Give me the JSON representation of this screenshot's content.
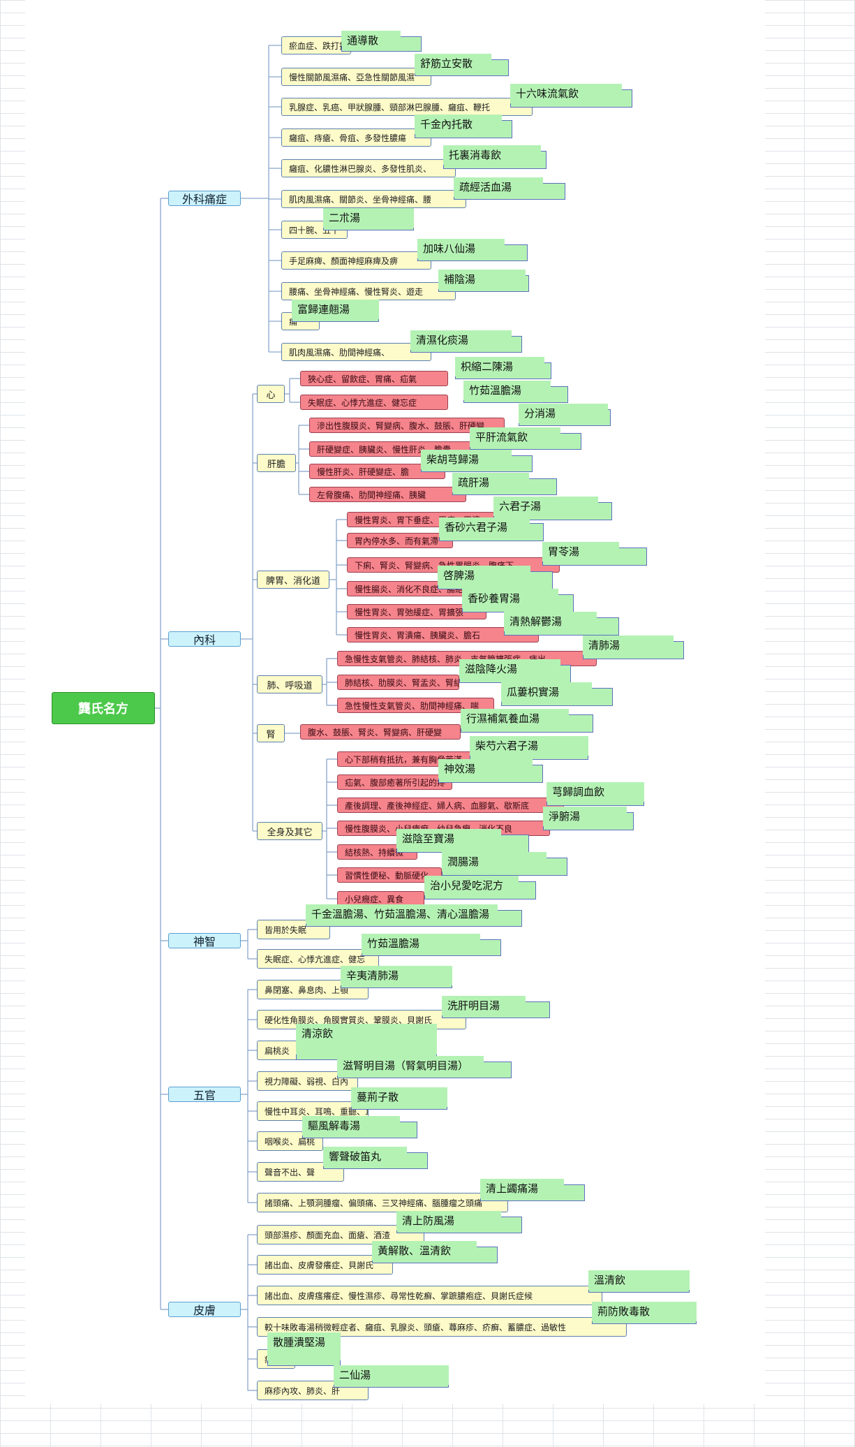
{
  "title": "龔氏名方",
  "categories": [
    {
      "label": "外科痛症",
      "subs": [
        {
          "label": "",
          "items": [
            {
              "symptom": "瘀血症、跌打損傷",
              "formula": "通導散"
            },
            {
              "symptom": "慢性關節風濕痛、亞急性關節風濕",
              "formula": "舒筋立安散"
            },
            {
              "symptom": "乳腺症、乳癌、甲狀腺腫、頸部淋巴腺腫、癰疽、鞭托",
              "formula": "十六味流氣飲"
            },
            {
              "symptom": "癰疽、痔瘡、骨疽、多發性膿瘍",
              "formula": "千金內托散"
            },
            {
              "symptom": "癰疽、化膿性淋巴腺炎、多發性肌炎、",
              "formula": "托裏消毒飲"
            },
            {
              "symptom": "肌肉風濕痛、關節炎、坐骨神經痛、腰",
              "formula": "疏經活血湯"
            },
            {
              "symptom": "四十腕、五十",
              "formula": "二朮湯"
            },
            {
              "symptom": "手足麻痺、顏面神經麻痺及痹",
              "formula": "加味八仙湯"
            },
            {
              "symptom": "腰痛、坐骨神經痛、慢性腎炎、遊走",
              "formula": "補陰湯"
            },
            {
              "symptom": "痛",
              "formula": "富歸連翹湯"
            },
            {
              "symptom": "肌肉風濕痛、肋間神經痛、",
              "formula": "清濕化痰湯"
            }
          ]
        }
      ]
    },
    {
      "label": "內科",
      "subs": [
        {
          "label": "心",
          "items": [
            {
              "symptom": "狹心症、留飲症、胃痛、疝氣",
              "formula": "枳縮二陳湯"
            },
            {
              "symptom": "失眠症、心悸亢進症、健忘症",
              "formula": "竹茹溫膽湯"
            }
          ]
        },
        {
          "label": "肝膽",
          "items": [
            {
              "symptom": "滲出性腹膜炎、腎變病、腹水、鼓脹、肝硬變",
              "formula": "分消湯"
            },
            {
              "symptom": "肝硬變症、胰臟炎、慢性肝炎、膽囊",
              "formula": "平肝流氣飲"
            },
            {
              "symptom": "慢性肝炎、肝硬變症、膽",
              "formula": "柴胡芎歸湯"
            },
            {
              "symptom": "左脅腹痛、肋間神經痛、胰臟",
              "formula": "疏肝湯"
            }
          ]
        },
        {
          "label": "脾胃、消化道",
          "items": [
            {
              "symptom": "慢性胃炎、胃下垂症、胃癌、胃潰",
              "formula": "六君子湯"
            },
            {
              "symptom": "胃內停水多、而有氣滯",
              "formula": "香砂六君子湯"
            },
            {
              "symptom": "下痢、腎炎、腎變病、急性胃腸炎、腹痛下",
              "formula": "胃苓湯"
            },
            {
              "symptom": "慢性腸炎、消化不良症、腸結",
              "formula": "啓脾湯"
            },
            {
              "symptom": "慢性胃炎、胃弛緩症、胃擴張",
              "formula": "香砂養胃湯"
            },
            {
              "symptom": "慢性胃炎、胃潰瘍、胰臟炎、膽石",
              "formula": "清熱解鬱湯"
            }
          ]
        },
        {
          "label": "肺、呼吸道",
          "items": [
            {
              "symptom": "急慢性支氣管炎、肺結核、肺炎、支氣管擴張症、痔出",
              "formula": "清肺湯"
            },
            {
              "symptom": "肺結核、肋膜炎、腎盂炎、腎結",
              "formula": "滋陰降火湯"
            },
            {
              "symptom": "急性慢性支氣管炎、肋間神經痛、喘",
              "formula": "瓜蔞枳實湯"
            }
          ]
        },
        {
          "label": "腎",
          "items": [
            {
              "symptom": "腹水、鼓脹、腎炎、腎變病、肝硬變",
              "formula": "行濕補氣養血湯"
            }
          ]
        },
        {
          "label": "全身及其它",
          "items": [
            {
              "symptom": "心下部稍有抵抗，兼有胸脅苦滿",
              "formula": "柴芍六君子湯"
            },
            {
              "symptom": "疝氣、腹部癒著所引起的疼",
              "formula": "神效湯"
            },
            {
              "symptom": "產後調理、產後神經症、婦人病、血腳氣、歇斯底",
              "formula": "芎歸調血飲"
            },
            {
              "symptom": "慢性腹膜炎、小兒痺疳，幼兒急癇、消化不良",
              "formula": "淨腑湯"
            },
            {
              "symptom": "結核熱、持續微",
              "formula": "滋陰至寶湯"
            },
            {
              "symptom": "習慣性便秘、動脈硬化",
              "formula": "潤腸湯"
            },
            {
              "symptom": "小兒癇症、異食",
              "formula": "治小兒愛吃泥方"
            }
          ]
        }
      ]
    },
    {
      "label": "神智",
      "subs": [
        {
          "label": "",
          "items": [
            {
              "symptom": "皆用於失眠",
              "formula": "千金溫膽湯、竹茹溫膽湯、清心溫膽湯"
            },
            {
              "symptom": "失眠症、心悸亢進症、健忘",
              "formula": "竹茹溫膽湯"
            }
          ]
        }
      ]
    },
    {
      "label": "五官",
      "subs": [
        {
          "label": "",
          "items": [
            {
              "symptom": "鼻閉塞、鼻息肉、上顎",
              "formula": "辛夷清肺湯"
            },
            {
              "symptom": "硬化性角膜炎、角膜實質炎、鞏膜炎、貝謝氏",
              "formula": "洗肝明目湯"
            },
            {
              "symptom": "扁桃炎",
              "formula": "清涼飲"
            },
            {
              "symptom": "視力障礙、弱視、白內",
              "formula": "滋腎明目湯（腎氣明目湯）"
            },
            {
              "symptom": "慢性中耳炎、耳鳴、重聽、耳",
              "formula": "蔓荊子散"
            },
            {
              "symptom": "咽喉炎、扁桃",
              "formula": "驅風解毒湯"
            },
            {
              "symptom": "聲音不出、聲",
              "formula": "響聲破笛丸"
            },
            {
              "symptom": "諸頭痛、上顎洞腫瘤、偏頭痛、三叉神經痛、腦腫瘤之頭痛",
              "formula": "清上蠲痛湯"
            }
          ]
        }
      ]
    },
    {
      "label": "皮膚",
      "subs": [
        {
          "label": "",
          "items": [
            {
              "symptom": "頭部濕疹、顏面充血、面瘡、酒渣",
              "formula": "清上防風湯"
            },
            {
              "symptom": "諸出血、皮膚發癢症、貝謝氏",
              "formula": "黃解散、溫清飲"
            },
            {
              "symptom": "諸出血、皮膚瘙癢症、慢性濕疹、尋常性乾癬、掌蹠膿疱症、貝謝氏症候",
              "formula": "溫清飲"
            },
            {
              "symptom": "較十味敗毒湯稍微輕症者、癰疽、乳腺炎、頭瘡、蕁麻疹、疥癬、蓄膿症、過敏性",
              "formula": "荊防敗毒散"
            },
            {
              "symptom": "瘰癧",
              "formula": "散腫潰堅湯"
            },
            {
              "symptom": "麻疹內攻、肺炎、肝",
              "formula": "二仙湯"
            }
          ]
        }
      ]
    }
  ]
}
